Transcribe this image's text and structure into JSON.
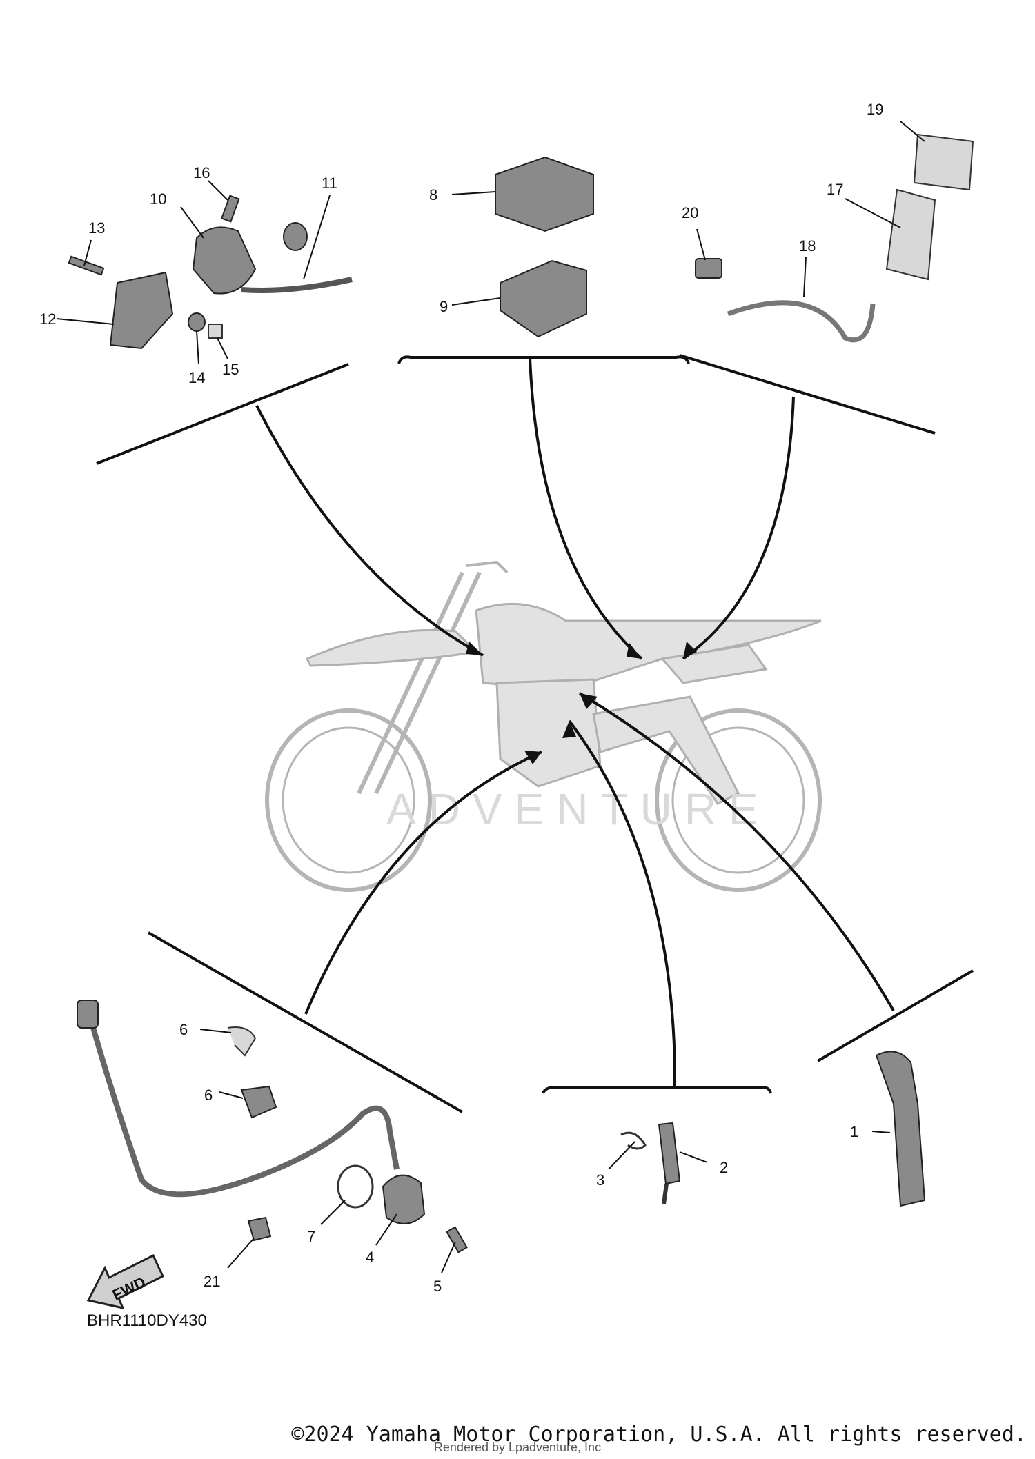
{
  "diagram": {
    "drawing_code": "BHR1110DY430",
    "watermark": "ADVENTURE",
    "fwd_label": "FWD",
    "callouts": [
      {
        "id": "c1",
        "label": "1"
      },
      {
        "id": "c2",
        "label": "2"
      },
      {
        "id": "c3",
        "label": "3"
      },
      {
        "id": "c4",
        "label": "4"
      },
      {
        "id": "c5",
        "label": "5"
      },
      {
        "id": "c6a",
        "label": "6"
      },
      {
        "id": "c6b",
        "label": "6"
      },
      {
        "id": "c7",
        "label": "7"
      },
      {
        "id": "c8",
        "label": "8"
      },
      {
        "id": "c9",
        "label": "9"
      },
      {
        "id": "c10",
        "label": "10"
      },
      {
        "id": "c11",
        "label": "11"
      },
      {
        "id": "c12",
        "label": "12"
      },
      {
        "id": "c13",
        "label": "13"
      },
      {
        "id": "c14",
        "label": "14"
      },
      {
        "id": "c15",
        "label": "15"
      },
      {
        "id": "c16",
        "label": "16"
      },
      {
        "id": "c17",
        "label": "17"
      },
      {
        "id": "c18",
        "label": "18"
      },
      {
        "id": "c19",
        "label": "19"
      },
      {
        "id": "c20",
        "label": "20"
      },
      {
        "id": "c21",
        "label": "21"
      }
    ]
  },
  "footer": {
    "copyright": "©2024 Yamaha Motor Corporation, U.S.A. All rights reserved.",
    "rendered_by": "Rendered by Lpadventure, Inc"
  }
}
